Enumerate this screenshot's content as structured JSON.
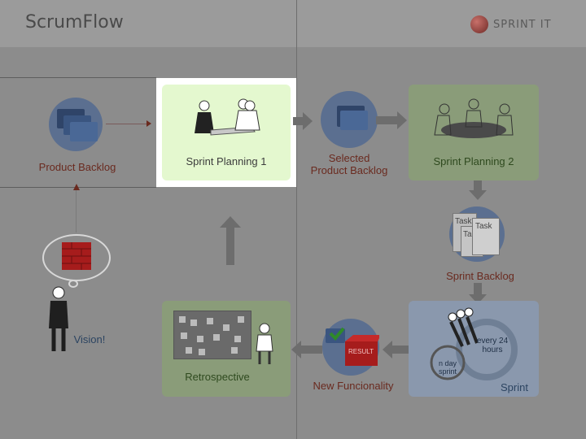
{
  "header": {
    "app_title": "ScrumFlow",
    "brand": "SPRINT IT"
  },
  "nodes": {
    "product_backlog": "Product Backlog",
    "sprint_planning_1": "Sprint Planning 1",
    "selected_backlog_line1": "Selected",
    "selected_backlog_line2": "Product Backlog",
    "sprint_planning_2": "Sprint Planning 2",
    "sprint_backlog": "Sprint Backlog",
    "task_a": "Task",
    "task_b": "Task",
    "task_c": "Ta",
    "sprint": "Sprint",
    "every_24_line1": "every 24",
    "every_24_line2": "hours",
    "n_day_line1": "n day",
    "n_day_line2": "sprint",
    "new_functionality": "New Funcionality",
    "result_box": "RESULT",
    "retrospective": "Retrospective",
    "vision": "Vision!"
  },
  "colors": {
    "highlight_green": "#e4f8cf",
    "green_panel": "#8a9c79",
    "blue_panel": "#8a98ad",
    "blue_circle": "#5b6f90",
    "red_wall": "#a61c1c"
  }
}
